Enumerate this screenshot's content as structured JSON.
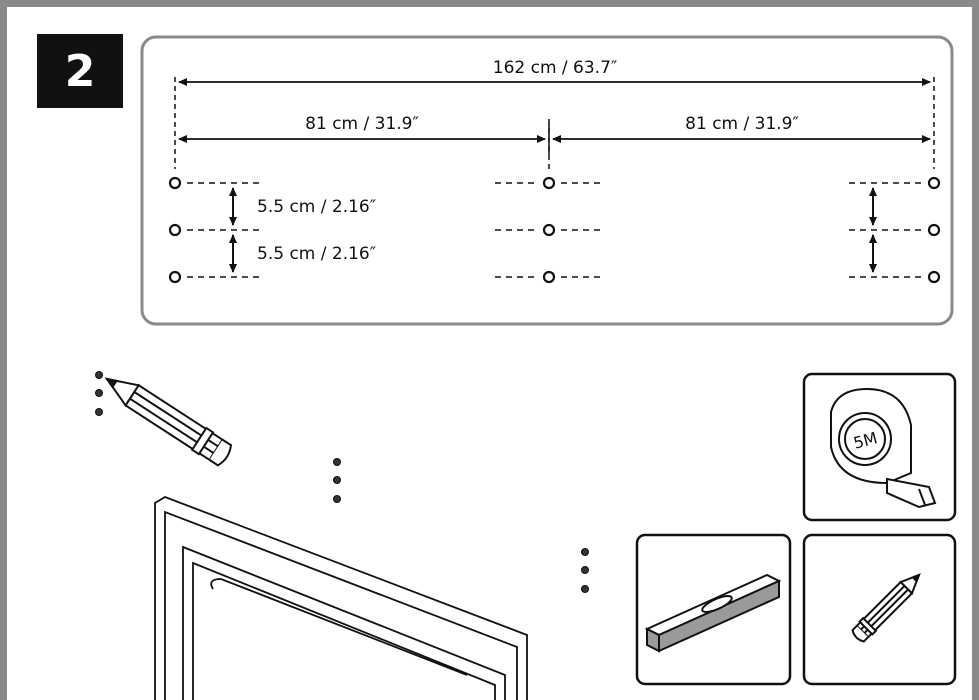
{
  "step": {
    "number": "2"
  },
  "dimensions": {
    "total_width": "162 cm / 63.7″",
    "left_half": "81 cm / 31.9″",
    "right_half": "81 cm / 31.9″",
    "spacing_top": "5.5 cm / 2.16″",
    "spacing_bottom": "5.5 cm / 2.16″"
  },
  "tools": {
    "tape_measure_label": "5M"
  },
  "icons": [
    "pencil-icon",
    "tape-measure-icon",
    "spirit-level-icon",
    "pencil-tool-icon"
  ],
  "colors": {
    "frame_gray": "#8a8a8a",
    "badge": "#111111",
    "ink": "#111111"
  }
}
